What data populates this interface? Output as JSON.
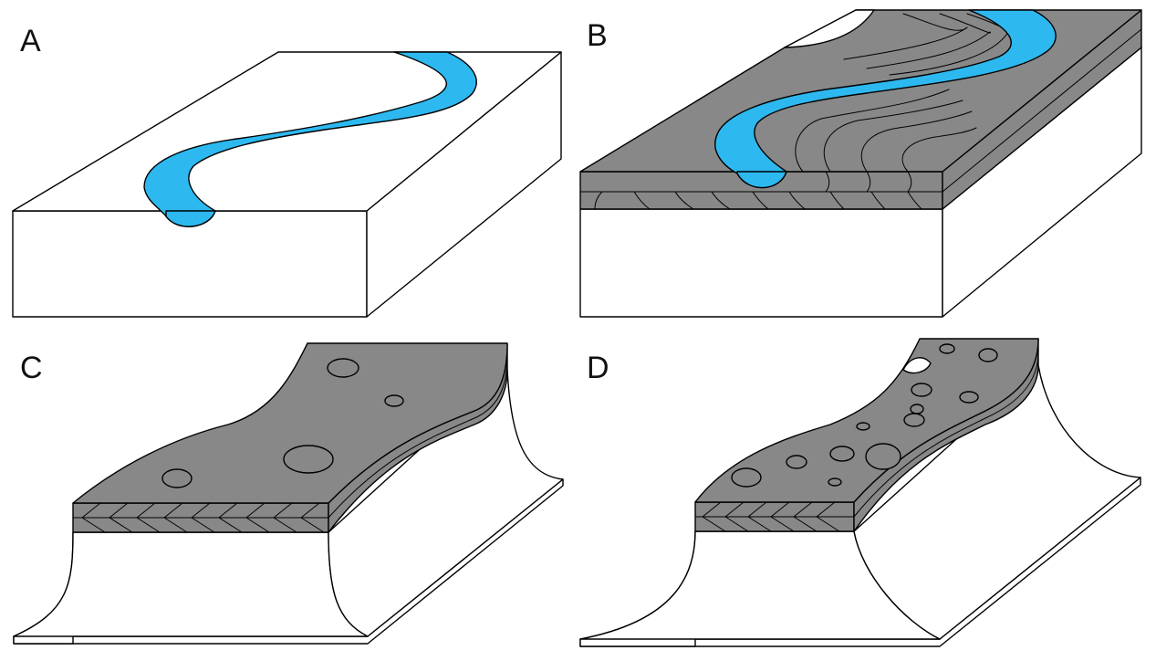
{
  "panels": [
    {
      "id": "A",
      "label": "A"
    },
    {
      "id": "B",
      "label": "B"
    },
    {
      "id": "C",
      "label": "C"
    },
    {
      "id": "D",
      "label": "D"
    }
  ],
  "colors": {
    "river": "#2db9f0",
    "sediment": "#888888",
    "block": "#ffffff",
    "outline": "#000000"
  }
}
